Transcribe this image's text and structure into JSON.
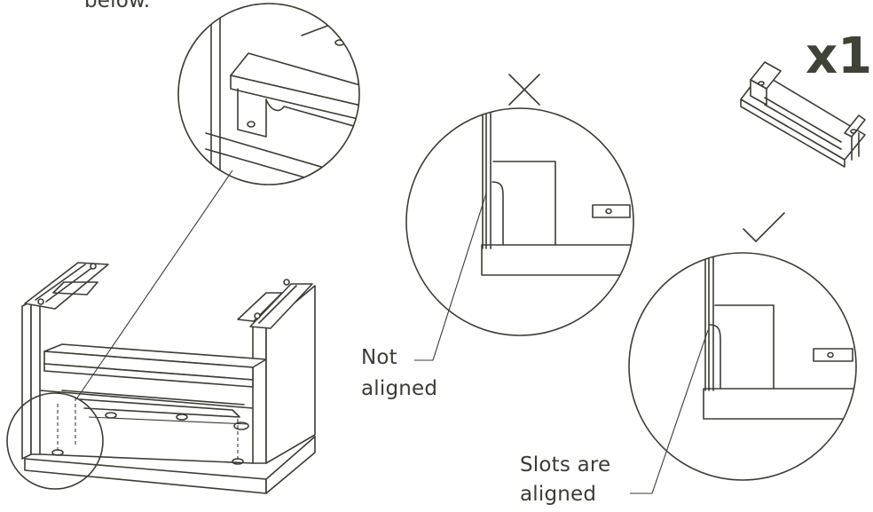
{
  "intro": {
    "partial_text": "below."
  },
  "quantity": {
    "label": "x1"
  },
  "callouts": {
    "wrong": {
      "line1": "Not",
      "line2": "aligned"
    },
    "right": {
      "line1": "Slots are",
      "line2": "aligned"
    }
  },
  "icons": {
    "wrong_mark": "cross-icon",
    "right_mark": "check-icon"
  },
  "colors": {
    "ink": "#3b3d33",
    "quantity_text": "#3f4336",
    "background": "#ffffff"
  }
}
